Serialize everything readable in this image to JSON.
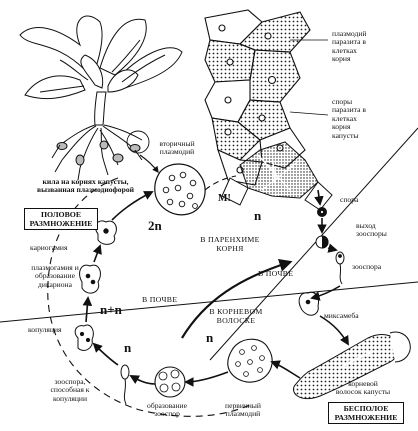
{
  "labels": {
    "plasmodium_in_cells": "плазмодий\nпаразита в\nклетках\nкорня",
    "spores_in_cells": "споры\nпаразита в\nклетках\nкорня\nкапусты",
    "secondary_plasmodium": "вторичный\nплазмодий",
    "kila": "кила на корнях капусты,\nвызванная плазмодиофорой",
    "sexual": "ПОЛОВОЕ\nРАЗМНОЖЕНИЕ",
    "asexual": "БЕСПОЛОЕ\nРАЗМНОЖЕНИЕ",
    "meiosis": "М!",
    "n_right": "n",
    "two_n": "2n",
    "n_plus_n": "n+n",
    "n_lower_left": "n",
    "n_lower_mid": "n",
    "spore": "спора",
    "zoospore_exit": "выход\nзооспоры",
    "zoospore": "зооспора",
    "myxamoeba": "миксамеба",
    "in_parenchyma": "В ПАРЕНХИМЕ\nКОРНЯ",
    "in_soil_right": "В ПОЧВЕ",
    "in_soil_left": "В ПОЧВЕ",
    "in_root_hair": "В КОРНЕВОМ\nВОЛОСКЕ",
    "karyogamy": "кариогамия",
    "plasmogamy": "плазмогамия и\nобразование\nдикариона",
    "copulation": "копуляция",
    "zoospore_copulation": "зооспора,\nспособная к\nкопуляции",
    "zoospore_formation": "образование\nзооспор",
    "primary_plasmodium": "первичный\nплазмодий",
    "root_hair": "корневой\nволосок капусты"
  },
  "colors": {
    "ink": "#111111",
    "paper": "#ffffff",
    "gray": "#9a9a9a"
  }
}
